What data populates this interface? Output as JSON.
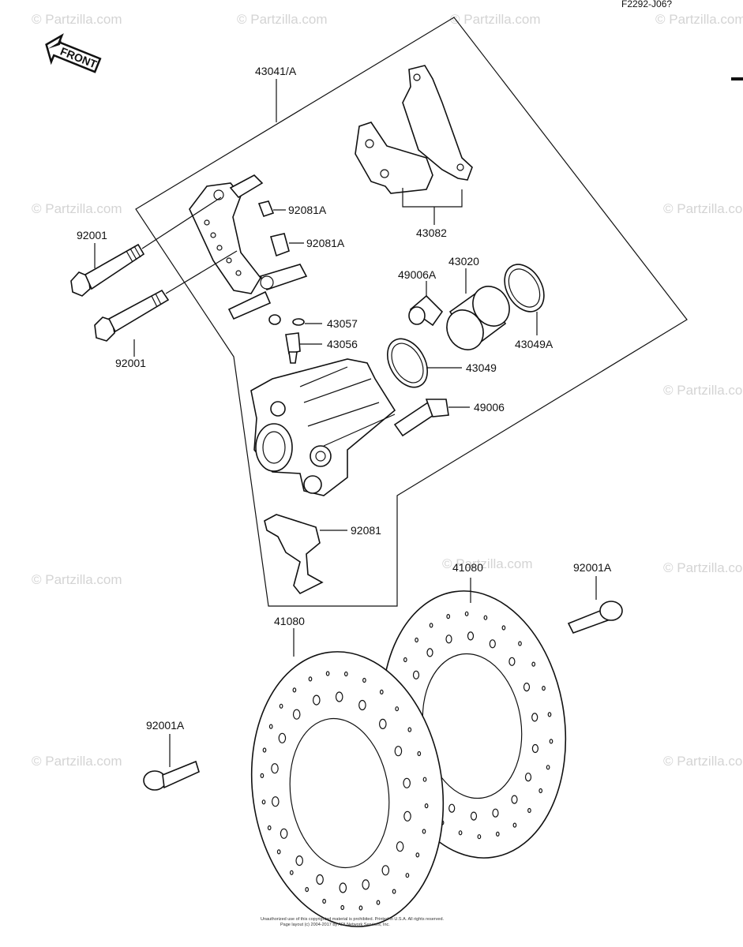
{
  "figure_code": "F2292-J06?",
  "front_label": "FRONT",
  "watermark_text": "© Partzilla.com",
  "copyright_line1": "Unauthorized use of this copyrighted material is prohibited. Printed in U.S.A. All rights reserved.",
  "copyright_line2": "Page layout (c) 2004-2017 by ARI Network Services, Inc.",
  "parts": [
    {
      "id": "43041/A"
    },
    {
      "id": "43082"
    },
    {
      "id": "92081A"
    },
    {
      "id": "92081A"
    },
    {
      "id": "92001"
    },
    {
      "id": "92001"
    },
    {
      "id": "49006A"
    },
    {
      "id": "43020"
    },
    {
      "id": "43057"
    },
    {
      "id": "43056"
    },
    {
      "id": "43049A"
    },
    {
      "id": "43049"
    },
    {
      "id": "49006"
    },
    {
      "id": "92081"
    },
    {
      "id": "41080"
    },
    {
      "id": "92001A"
    },
    {
      "id": "41080"
    },
    {
      "id": "92001A"
    }
  ]
}
